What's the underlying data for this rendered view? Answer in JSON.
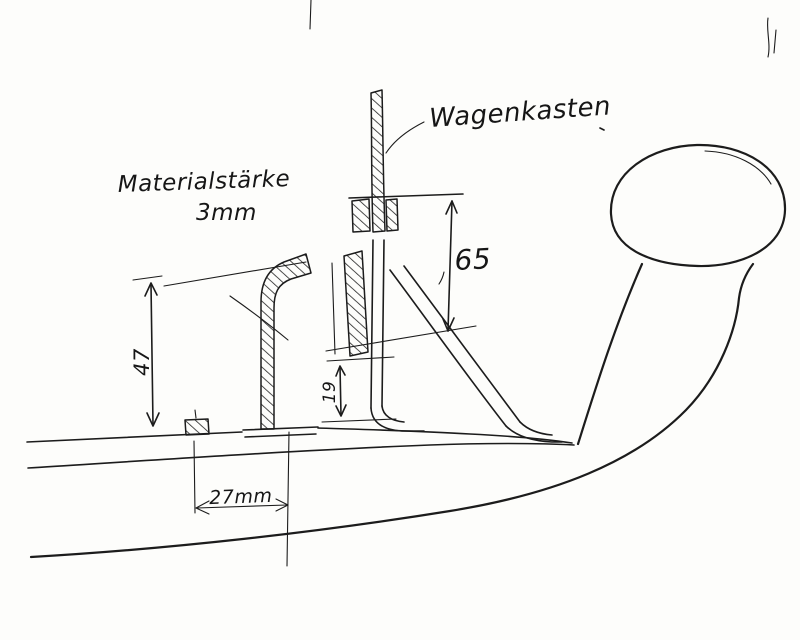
{
  "sketch": {
    "labels": {
      "wagenkasten": "Wagenkasten",
      "material_line1": "Materialstärke",
      "material_line2": "3mm"
    },
    "dimensions": {
      "outer_height": "65",
      "left_height": "47",
      "inner_height": "19",
      "width": "27mm"
    },
    "accent_ink_color": "#1c1c1c",
    "paper_color": "#fdfdfb"
  }
}
